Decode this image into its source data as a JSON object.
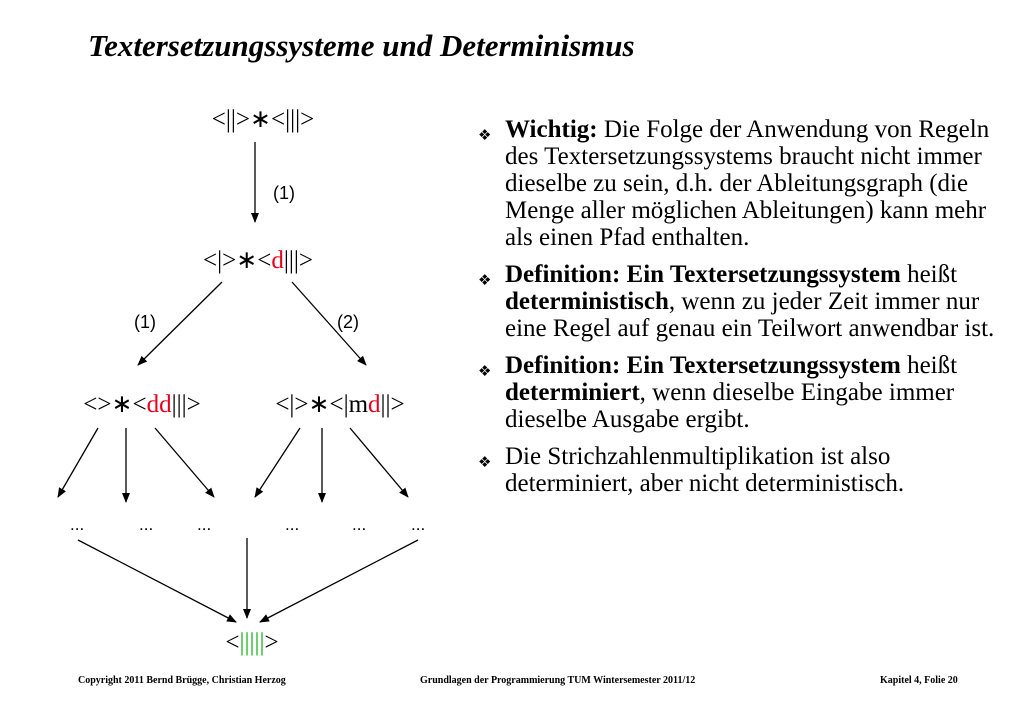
{
  "title": "Textersetzungssysteme und Determinismus",
  "diagram": {
    "root": {
      "prefix": "<||>",
      "op": "∗",
      "suffix": "<|||>"
    },
    "edge_label_root": "(1)",
    "level1": {
      "prefix": "<|>",
      "op": "∗",
      "open": "<",
      "red": "d",
      "rest": "|||>"
    },
    "edge_label_left": "(1)",
    "edge_label_right": "(2)",
    "left_node": {
      "prefix": "<>",
      "op": "∗",
      "open": "<",
      "red": "dd",
      "rest": "|||>"
    },
    "right_node": {
      "prefix": "<|>",
      "op": "∗",
      "open": "<|m",
      "red": "d",
      "rest": "||>"
    },
    "ellipsis": "...",
    "result": {
      "open": "<",
      "green": "|||||",
      "close": ">"
    }
  },
  "bullets": [
    {
      "bold": "Wichtig:",
      "text": " Die  Folge der Anwendung von Regeln des Textersetzungssystems braucht nicht immer dieselbe zu sein, d.h. der Ableitungsgraph (die Menge aller möglichen Ableitungen) kann mehr als einen Pfad enthalten."
    },
    {
      "bold": "Definition: Ein Textersetzungssystem",
      "text1": " heißt ",
      "bold2": "deterministisch",
      "text2": ", wenn zu jeder Zeit immer nur eine Regel auf genau ein Teilwort anwendbar ist."
    },
    {
      "bold": "Definition: Ein Textersetzungssystem",
      "text1": " heißt ",
      "bold2": "determiniert",
      "text2": ", wenn dieselbe Eingabe immer dieselbe Ausgabe ergibt."
    },
    {
      "text": "Die Strichzahlenmultiplikation ist also determiniert, aber nicht deterministisch."
    }
  ],
  "bullet_icon": "diamond-bullet-icon",
  "footer": {
    "copyright": "Copyright  2011  Bernd Brügge, Christian Herzog",
    "course": "Grundlagen der Programmierung  TUM Wintersemester 2011/12",
    "page": "Kapitel 4, Folie 20"
  },
  "colors": {
    "highlight_red": "#e8001c",
    "highlight_green": "#1bb31b"
  }
}
